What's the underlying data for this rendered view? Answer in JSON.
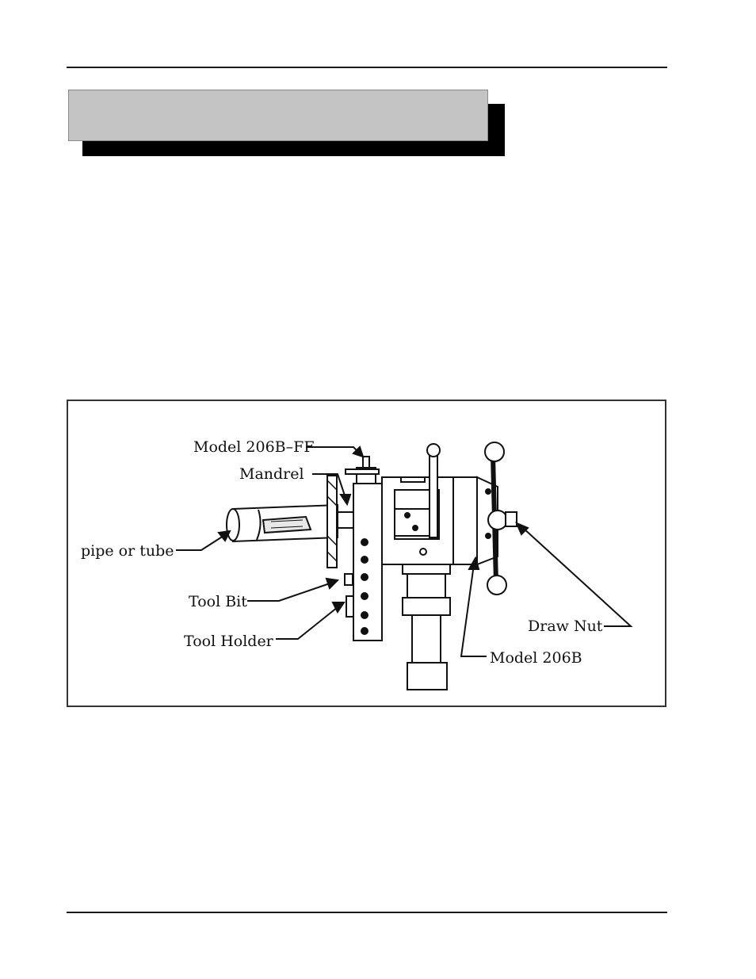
{
  "figure": {
    "labels": {
      "model_206b_ff": "Model 206B–FF",
      "mandrel": "Mandrel",
      "pipe_or_tube": "pipe or tube",
      "tool_bit": "Tool Bit",
      "tool_holder": "Tool Holder",
      "draw_nut": "Draw Nut",
      "model_206b": "Model 206B"
    }
  }
}
